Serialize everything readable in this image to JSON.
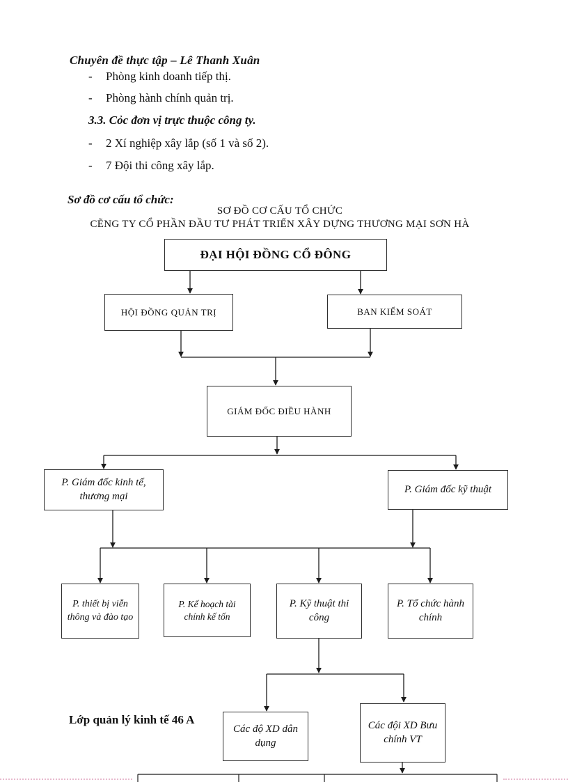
{
  "document": {
    "header": "Chuyên đề thực tập – Lê Thanh Xuân",
    "list_dash": "-",
    "bullets_1": [
      "Phòng kinh  doanh tiếp thị.",
      "Phòng hành chính quản trị."
    ],
    "section_heading": "3.3. Cỏc đơn vị trực thuộc công ty.",
    "bullets_2": [
      "2 Xí nghiệp  xây lắp (số 1  và  số 2).",
      "7 Đội thi  công xây lắp."
    ],
    "diagram_caption": "Sơ đồ cơ cấu tổ chức:",
    "footer_note": "Lớp quản lý kinh tế 46 A"
  },
  "chart": {
    "type": "org-chart",
    "title_line1": "SƠ ĐỒ CƠ CẤU TỔ CHỨC",
    "title_line2": "CẼNG TY CỔ PHẦN ĐẦU TƯ PHÁT TRIỂN XÂY DỰNG THƯƠNG MẠI SƠN HÀ",
    "line_color": "#1c1c1c",
    "nodes": {
      "shareholders": "ĐẠI HỘI ĐỒNG CỔ ĐÔNG",
      "board": "HỘI ĐỒNG QUẢN TRỊ",
      "supervisory": "BAN KIỂM SOÁT",
      "ceo": "GIÁM ĐỐC ĐIỀU HÀNH",
      "deputy_economy": "P. Giám đốc kinh tế, thương mại",
      "deputy_technical": "P. Giám đốc kỹ thuật",
      "dept_telecom": "P. thiết bị viễn thông và đào tạo",
      "dept_finance": "P. Kế hoạch tài chính kế tốn",
      "dept_engineering": "P. Kỹ thuật thi công",
      "dept_admin": "P. Tổ chức hành chính",
      "teams_civil": "Các độ XD dân dụng",
      "teams_postal": "Các đội XD Bưu chính VT"
    }
  }
}
